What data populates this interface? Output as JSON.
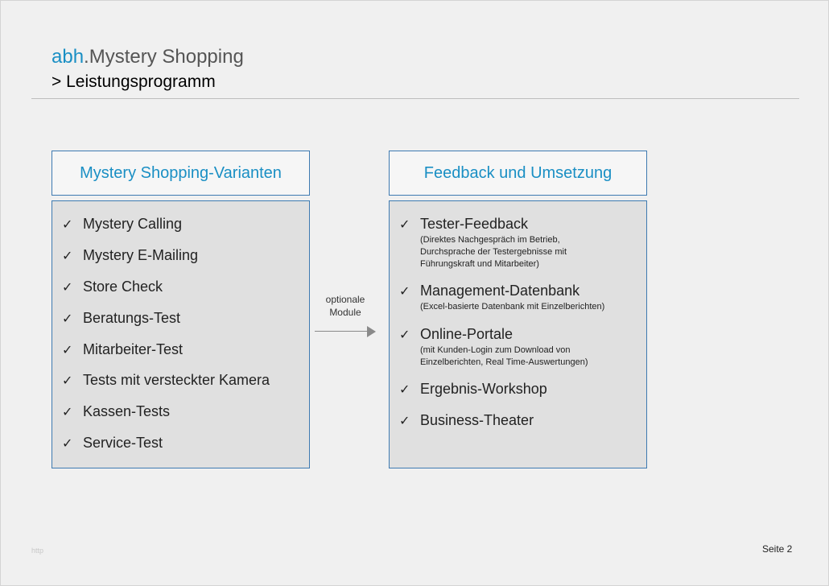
{
  "header": {
    "brand": "abh",
    "title": ".Mystery Shopping",
    "subtitle": "> Leistungsprogramm"
  },
  "left_panel": {
    "heading": "Mystery Shopping-Varianten",
    "items": [
      {
        "label": "Mystery Calling"
      },
      {
        "label": "Mystery E-Mailing"
      },
      {
        "label": "Store Check"
      },
      {
        "label": "Beratungs-Test"
      },
      {
        "label": "Mitarbeiter-Test"
      },
      {
        "label": "Tests mit versteckter Kamera"
      },
      {
        "label": "Kassen-Tests"
      },
      {
        "label": "Service-Test"
      }
    ]
  },
  "arrow": {
    "line1": "optionale",
    "line2": "Module"
  },
  "right_panel": {
    "heading": "Feedback und Umsetzung",
    "items": [
      {
        "label": "Tester-Feedback",
        "sub": [
          "(Direktes Nachgespräch im Betrieb,",
          "Durchsprache der Testergebnisse mit",
          "Führungskraft und Mitarbeiter)"
        ]
      },
      {
        "label": "Management-Datenbank",
        "sub": [
          "(Excel-basierte Datenbank mit Einzelberichten)"
        ]
      },
      {
        "label": "Online-Portale",
        "sub": [
          "(mit Kunden-Login zum Download von",
          "Einzelberichten, Real Time-Auswertungen)"
        ]
      },
      {
        "label": "Ergebnis-Workshop"
      },
      {
        "label": "Business-Theater"
      }
    ]
  },
  "check_glyph": "✓",
  "footer": {
    "left": "http",
    "page": "Seite 2"
  },
  "colors": {
    "accent": "#1a8fc4",
    "border": "#3e7ab1",
    "panel_bg": "#e0e0e0"
  }
}
